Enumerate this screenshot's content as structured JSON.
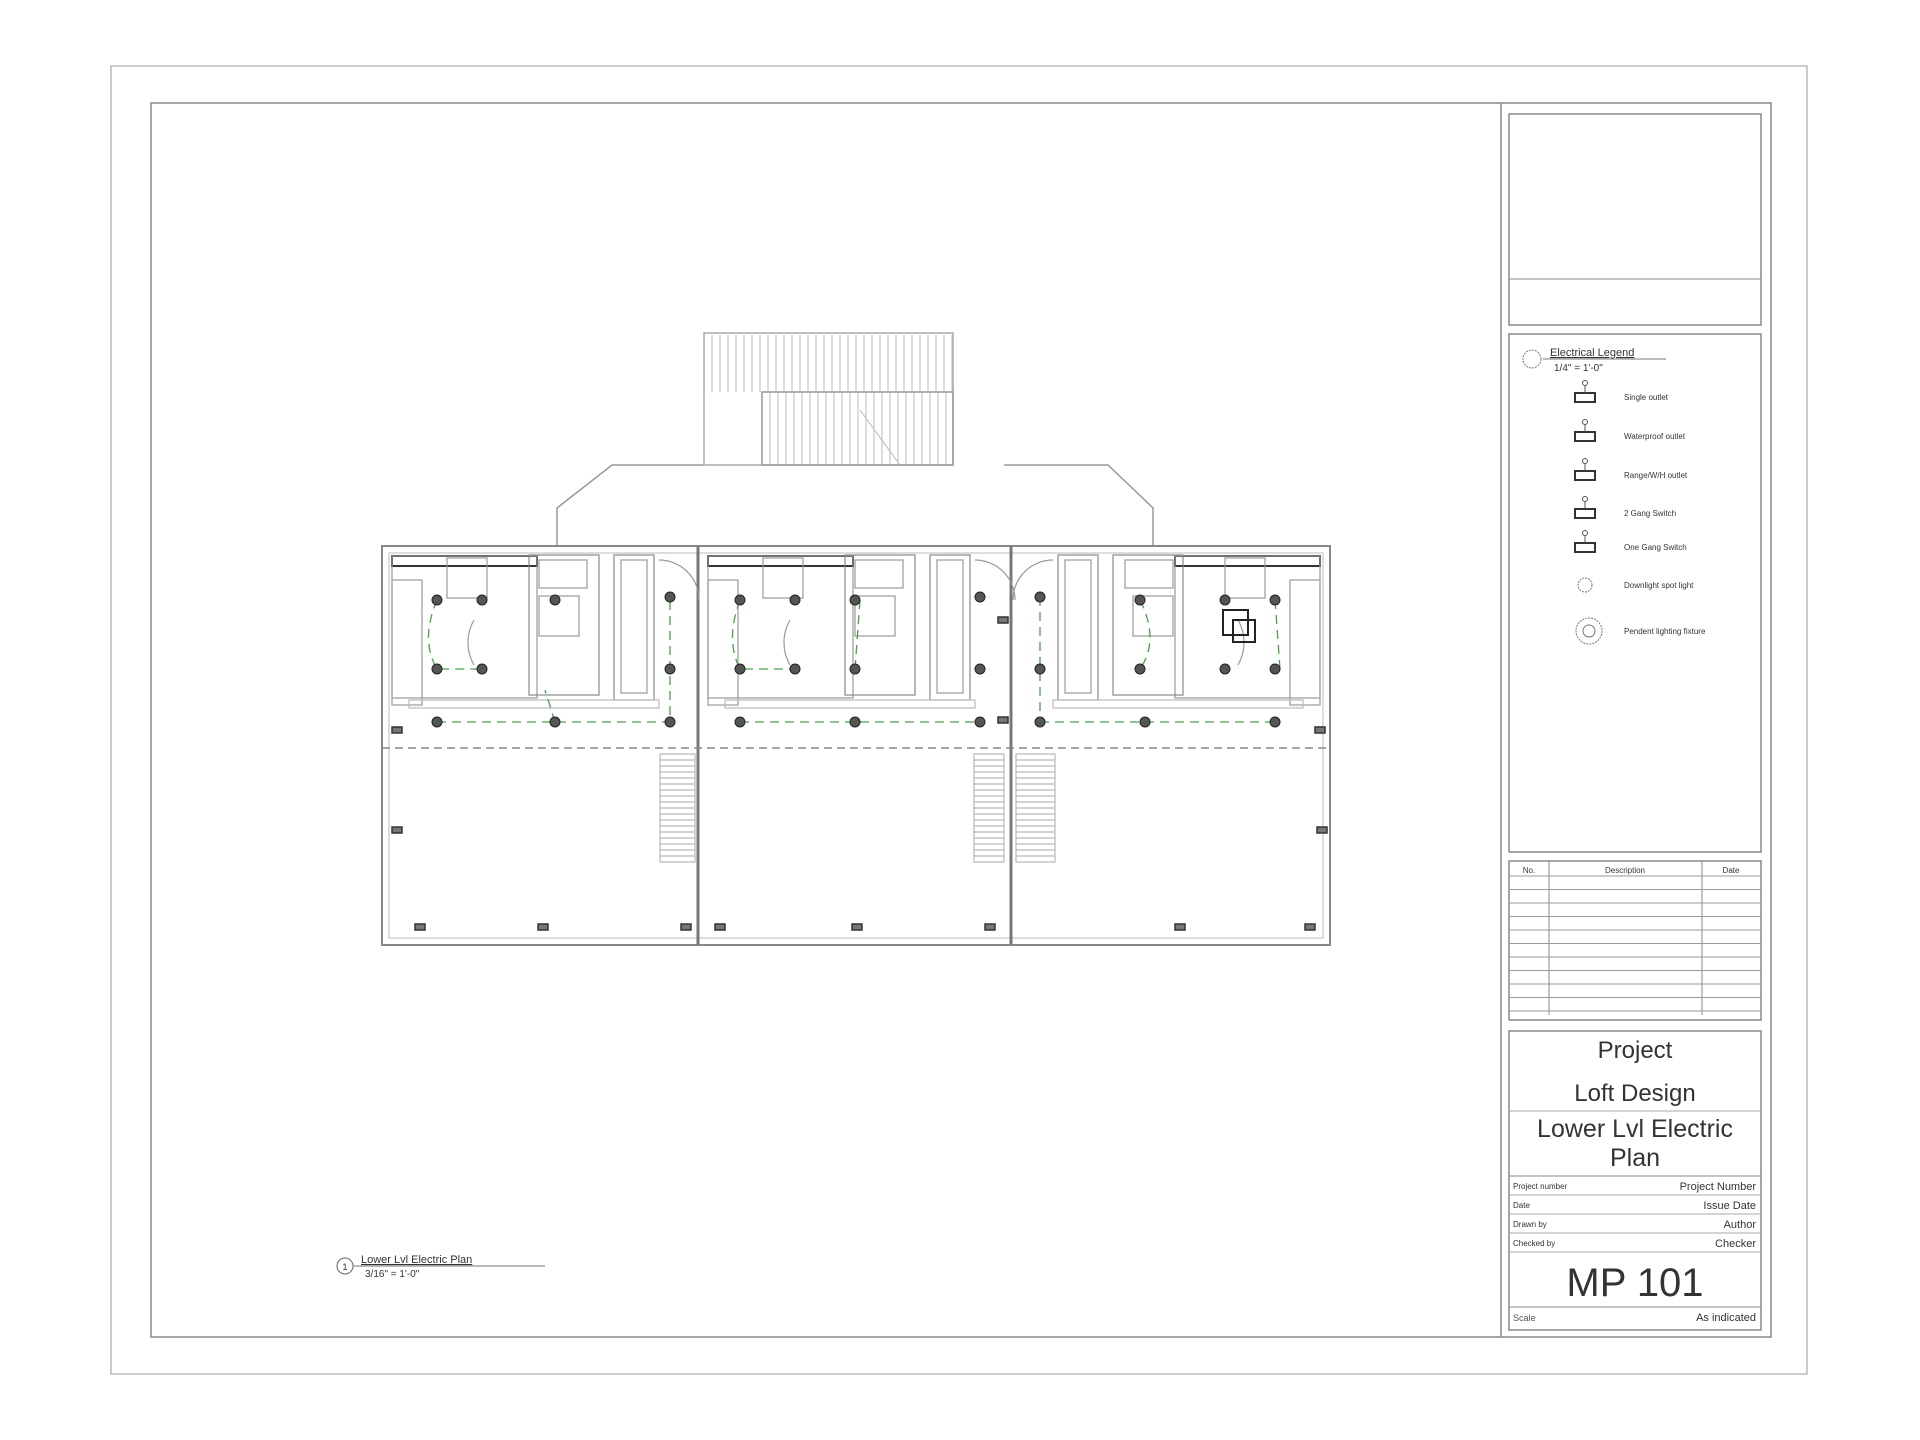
{
  "sheet": {
    "drawing_title": "Lower Lvl Electric Plan",
    "drawing_scale": "3/16\" = 1'-0\"",
    "drawing_number": "1"
  },
  "legend": {
    "title": "Electrical Legend",
    "scale": "1/4\" = 1'-0\"",
    "items": [
      {
        "label": "Single outlet",
        "icon": "outlet-icon"
      },
      {
        "label": "Waterproof outlet",
        "icon": "waterproof-outlet-icon"
      },
      {
        "label": "Range/W/H outlet",
        "icon": "range-outlet-icon"
      },
      {
        "label": "2 Gang Switch",
        "icon": "two-gang-switch-icon"
      },
      {
        "label": "One Gang Switch",
        "icon": "one-gang-switch-icon"
      },
      {
        "label": "Downlight spot light",
        "icon": "downlight-icon"
      },
      {
        "label": "Pendent lighting fixture",
        "icon": "pendant-light-icon"
      }
    ]
  },
  "revisions": {
    "headers": [
      "No.",
      "Description",
      "Date"
    ]
  },
  "title_block": {
    "project_label": "Project",
    "project_name": "Loft Design",
    "sheet_name_1": "Lower Lvl Electric",
    "sheet_name_2": "Plan",
    "rows": [
      {
        "label": "Project number",
        "value": "Project Number"
      },
      {
        "label": "Date",
        "value": "Issue Date"
      },
      {
        "label": "Drawn by",
        "value": "Author"
      },
      {
        "label": "Checked by",
        "value": "Checker"
      }
    ],
    "sheet_number": "MP 101",
    "scale_label": "Scale",
    "scale_value": "As indicated"
  },
  "colors": {
    "circuit": "#4aa04a",
    "line": "#777777"
  }
}
